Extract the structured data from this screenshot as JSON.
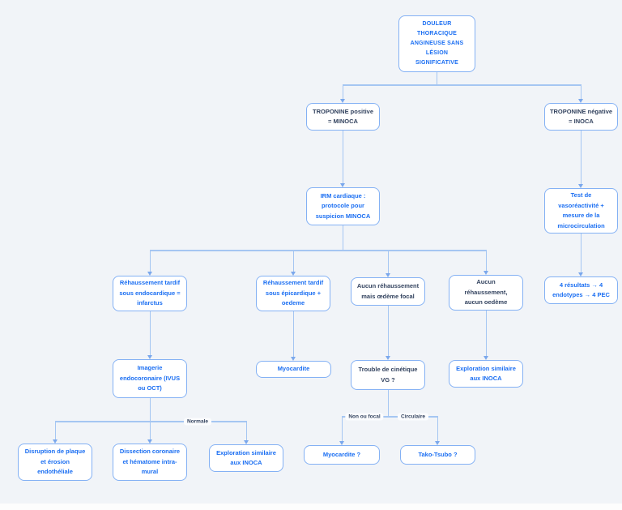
{
  "diagram": {
    "type": "flowchart",
    "colors": {
      "background": "#f1f4f8",
      "node_background": "#ffffff",
      "node_border": "#84b1f4",
      "blue_text": "#1a6ef2",
      "dark_text": "#33435f",
      "connector": "#a5c6f2",
      "arrowhead": "#7ba8ec"
    },
    "nodes": [
      {
        "id": "douleur-thoracique",
        "label": "DOULEUR\nTHORACIQUE\nANGINEUSE SANS\nLÉSION\nSIGNIFICATIVE",
        "style": "blue"
      },
      {
        "id": "troponine-positive",
        "label": "TROPONINE positive\n= MINOCA",
        "style": "dark"
      },
      {
        "id": "troponine-negative",
        "label": "TROPONINE négative\n= INOCA",
        "style": "dark"
      },
      {
        "id": "irm-cardiaque",
        "label": "IRM cardiaque :\nprotocole pour\nsuspicion MINOCA",
        "style": "blue"
      },
      {
        "id": "test-vasoreactivite",
        "label": "Test de\nvasoréactivité +\nmesure de la\nmicrocirculation",
        "style": "blue"
      },
      {
        "id": "quatre-resultats",
        "label": "4 résultats → 4\nendotypes → 4 PEC",
        "style": "blue"
      },
      {
        "id": "rehaussement-endocardique",
        "label": "Réhaussement tardif\nsous endocardique =\ninfarctus",
        "style": "blue"
      },
      {
        "id": "rehaussement-epicardique",
        "label": "Réhaussement tardif\nsous épicardique +\noedeme",
        "style": "blue"
      },
      {
        "id": "aucun-rehaussement-oedeme-focal",
        "label": "Aucun réhaussement\nmais œdème focal",
        "style": "dark"
      },
      {
        "id": "aucun-rehaussement-aucun-oedeme",
        "label": "Aucun\nréhaussement,\naucun oedème",
        "style": "dark"
      },
      {
        "id": "imagerie-endocoronaire",
        "label": "Imagerie\nendocoronaire (IVUS\nou OCT)",
        "style": "blue"
      },
      {
        "id": "myocardite",
        "label": "Myocardite",
        "style": "blue"
      },
      {
        "id": "trouble-cinetique-vg",
        "label": "Trouble de cinétique\nVG ?",
        "style": "dark"
      },
      {
        "id": "exploration-similaire-inoca-1",
        "label": "Exploration similaire\naux INOCA",
        "style": "blue"
      },
      {
        "id": "disruption-plaque",
        "label": "Disruption de plaque\net érosion\nendothéliale",
        "style": "blue"
      },
      {
        "id": "dissection-coronaire",
        "label": "Dissection coronaire\net hématome intra-\nmural",
        "style": "blue"
      },
      {
        "id": "exploration-similaire-inoca-2",
        "label": "Exploration similaire\naux INOCA",
        "style": "blue"
      },
      {
        "id": "myocardite-question",
        "label": "Myocardite ?",
        "style": "blue"
      },
      {
        "id": "tako-tsubo",
        "label": "Tako-Tsubo ?",
        "style": "blue"
      }
    ],
    "edge_labels": [
      {
        "id": "normale",
        "label": "Normale"
      },
      {
        "id": "non-ou-focal",
        "label": "Non ou focal"
      },
      {
        "id": "circulaire",
        "label": "Circulaire"
      }
    ],
    "edges": [
      {
        "from": "douleur-thoracique",
        "to": "troponine-positive"
      },
      {
        "from": "douleur-thoracique",
        "to": "troponine-negative"
      },
      {
        "from": "troponine-positive",
        "to": "irm-cardiaque"
      },
      {
        "from": "troponine-negative",
        "to": "test-vasoreactivite"
      },
      {
        "from": "irm-cardiaque",
        "to": "rehaussement-endocardique"
      },
      {
        "from": "irm-cardiaque",
        "to": "rehaussement-epicardique"
      },
      {
        "from": "irm-cardiaque",
        "to": "aucun-rehaussement-oedeme-focal"
      },
      {
        "from": "irm-cardiaque",
        "to": "aucun-rehaussement-aucun-oedeme"
      },
      {
        "from": "test-vasoreactivite",
        "to": "quatre-resultats"
      },
      {
        "from": "rehaussement-endocardique",
        "to": "imagerie-endocoronaire"
      },
      {
        "from": "rehaussement-epicardique",
        "to": "myocardite"
      },
      {
        "from": "aucun-rehaussement-oedeme-focal",
        "to": "trouble-cinetique-vg"
      },
      {
        "from": "aucun-rehaussement-aucun-oedeme",
        "to": "exploration-similaire-inoca-1"
      },
      {
        "from": "imagerie-endocoronaire",
        "to": "disruption-plaque"
      },
      {
        "from": "imagerie-endocoronaire",
        "to": "dissection-coronaire"
      },
      {
        "from": "imagerie-endocoronaire",
        "to": "exploration-similaire-inoca-2",
        "label": "Normale"
      },
      {
        "from": "trouble-cinetique-vg",
        "to": "myocardite-question",
        "label": "Non ou focal"
      },
      {
        "from": "trouble-cinetique-vg",
        "to": "tako-tsubo",
        "label": "Circulaire"
      }
    ]
  }
}
